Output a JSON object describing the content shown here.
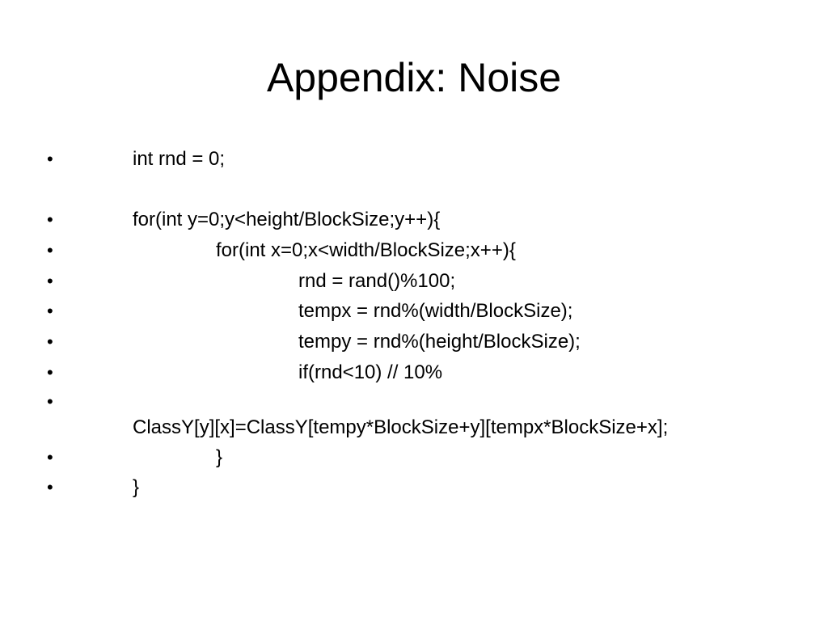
{
  "slide": {
    "title": "Appendix: Noise",
    "bullet_glyph": "•",
    "lines": [
      {
        "text": "int rnd = 0;"
      },
      {
        "text": "for(int y=0;y<height/BlockSize;y++){"
      },
      {
        "text": "for(int x=0;x<width/BlockSize;x++){"
      },
      {
        "text": "rnd = rand()%100;"
      },
      {
        "text": "tempx = rnd%(width/BlockSize);"
      },
      {
        "text": "tempy = rnd%(height/BlockSize);"
      },
      {
        "text": "if(rnd<10) // 10%"
      },
      {
        "text": ""
      },
      {
        "text": "ClassY[y][x]=ClassY[tempy*BlockSize+y][tempx*BlockSize+x];"
      },
      {
        "text": "}"
      },
      {
        "text": "}"
      }
    ]
  }
}
